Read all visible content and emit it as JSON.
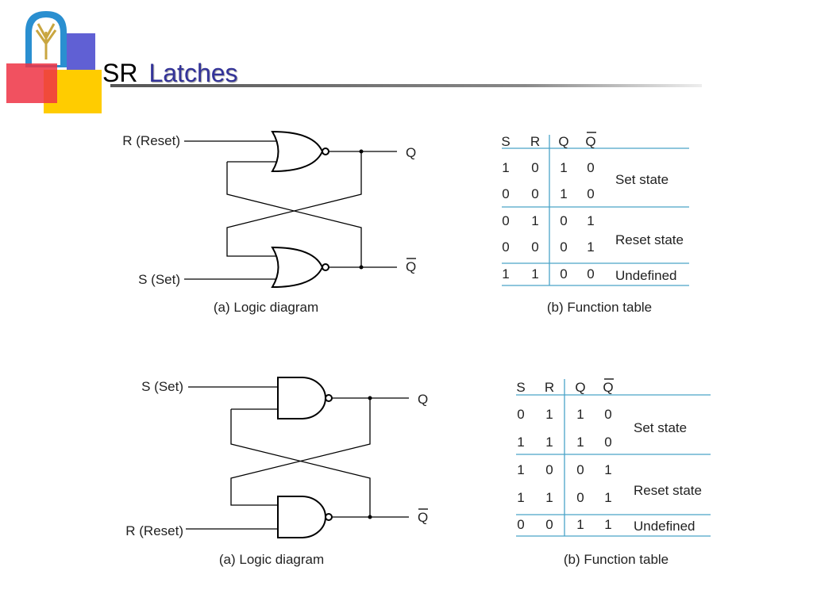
{
  "slide": {
    "title_prefix": "SR",
    "title_accent": "Latches"
  },
  "colors": {
    "accent": "#333399",
    "table_line": "#4aa3c8"
  },
  "nor_latch": {
    "input_top": "R (Reset)",
    "input_bottom": "S (Set)",
    "output_top": "Q",
    "output_bottom": "Q",
    "caption": "(a) Logic diagram",
    "table": {
      "headers": [
        "S",
        "R",
        "Q",
        "Q"
      ],
      "rows": [
        [
          "1",
          "0",
          "1",
          "0"
        ],
        [
          "0",
          "0",
          "1",
          "0"
        ],
        [
          "0",
          "1",
          "0",
          "1"
        ],
        [
          "0",
          "0",
          "0",
          "1"
        ],
        [
          "1",
          "1",
          "0",
          "0"
        ]
      ],
      "states": [
        "Set state",
        "Reset state",
        "Undefined"
      ],
      "caption": "(b) Function table"
    }
  },
  "nand_latch": {
    "input_top": "S (Set)",
    "input_bottom": "R (Reset)",
    "output_top": "Q",
    "output_bottom": "Q",
    "caption": "(a) Logic diagram",
    "table": {
      "headers": [
        "S",
        "R",
        "Q",
        "Q"
      ],
      "rows": [
        [
          "0",
          "1",
          "1",
          "0"
        ],
        [
          "1",
          "1",
          "1",
          "0"
        ],
        [
          "1",
          "0",
          "0",
          "1"
        ],
        [
          "1",
          "1",
          "0",
          "1"
        ],
        [
          "0",
          "0",
          "1",
          "1"
        ]
      ],
      "states": [
        "Set state",
        "Reset state",
        "Undefined"
      ],
      "caption": "(b) Function table"
    }
  }
}
